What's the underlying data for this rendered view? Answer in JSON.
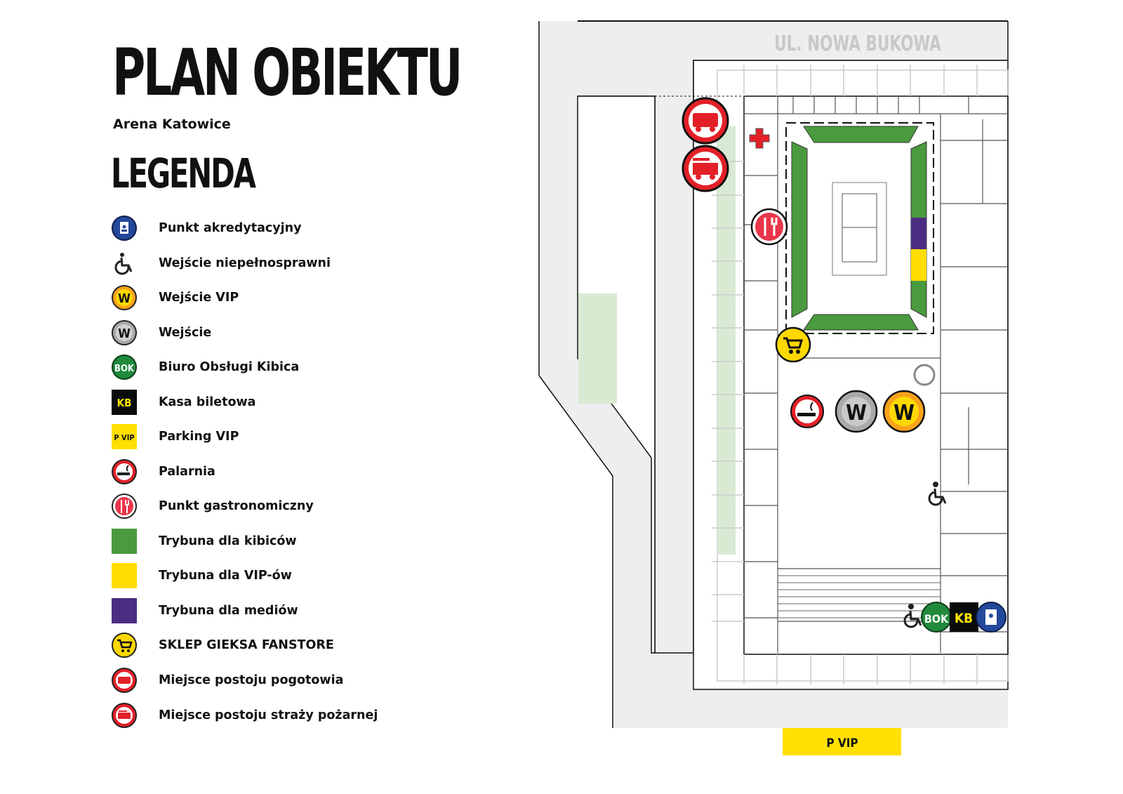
{
  "header": {
    "title": "PLAN OBIEKTU",
    "subtitle": "Arena Katowice"
  },
  "legend": {
    "title": "LEGENDA",
    "items": [
      {
        "icon": "accreditation-icon",
        "label": "Punkt akredytacyjny"
      },
      {
        "icon": "wheelchair-icon",
        "label": "Wejście niepełnosprawni"
      },
      {
        "icon": "vip-entrance-icon",
        "label": "Wejście VIP",
        "glyph": "W"
      },
      {
        "icon": "entrance-icon",
        "label": "Wejście",
        "glyph": "W"
      },
      {
        "icon": "fan-service-office-icon",
        "label": "Biuro Obsługi Kibica",
        "glyph": "BOK"
      },
      {
        "icon": "ticket-office-icon",
        "label": "Kasa biletowa",
        "glyph": "KB"
      },
      {
        "icon": "vip-parking-icon",
        "label": "Parking VIP",
        "glyph": "P VIP"
      },
      {
        "icon": "smoking-area-icon",
        "label": "Palarnia"
      },
      {
        "icon": "food-point-icon",
        "label": "Punkt gastronomiczny"
      },
      {
        "icon": "fan-stand-swatch",
        "label": "Trybuna dla kibiców"
      },
      {
        "icon": "vip-stand-swatch",
        "label": "Trybuna dla VIP-ów"
      },
      {
        "icon": "media-stand-swatch",
        "label": "Trybuna dla mediów"
      },
      {
        "icon": "shop-cart-icon",
        "label": "SKLEP GIEKSA FANSTORE"
      },
      {
        "icon": "ambulance-icon",
        "label": "Miejsce postoju pogotowia"
      },
      {
        "icon": "fire-truck-icon",
        "label": "Miejsce postoju straży pożarnej"
      }
    ]
  },
  "map": {
    "street_label": "UL. NOWA BUKOWA",
    "parking_label": "P VIP",
    "markers": {
      "entrance": "W",
      "vip_entrance": "W",
      "bok": "BOK",
      "kb": "KB"
    }
  },
  "colors": {
    "fan_stand": "#4a9a3f",
    "vip_stand": "#ffdd00",
    "media_stand": "#4b2e83",
    "red": "#e32028",
    "blue": "#24489a",
    "bok_green": "#1f8a3c",
    "grey": "#a9a9a9",
    "orange": "#f7a21b"
  }
}
